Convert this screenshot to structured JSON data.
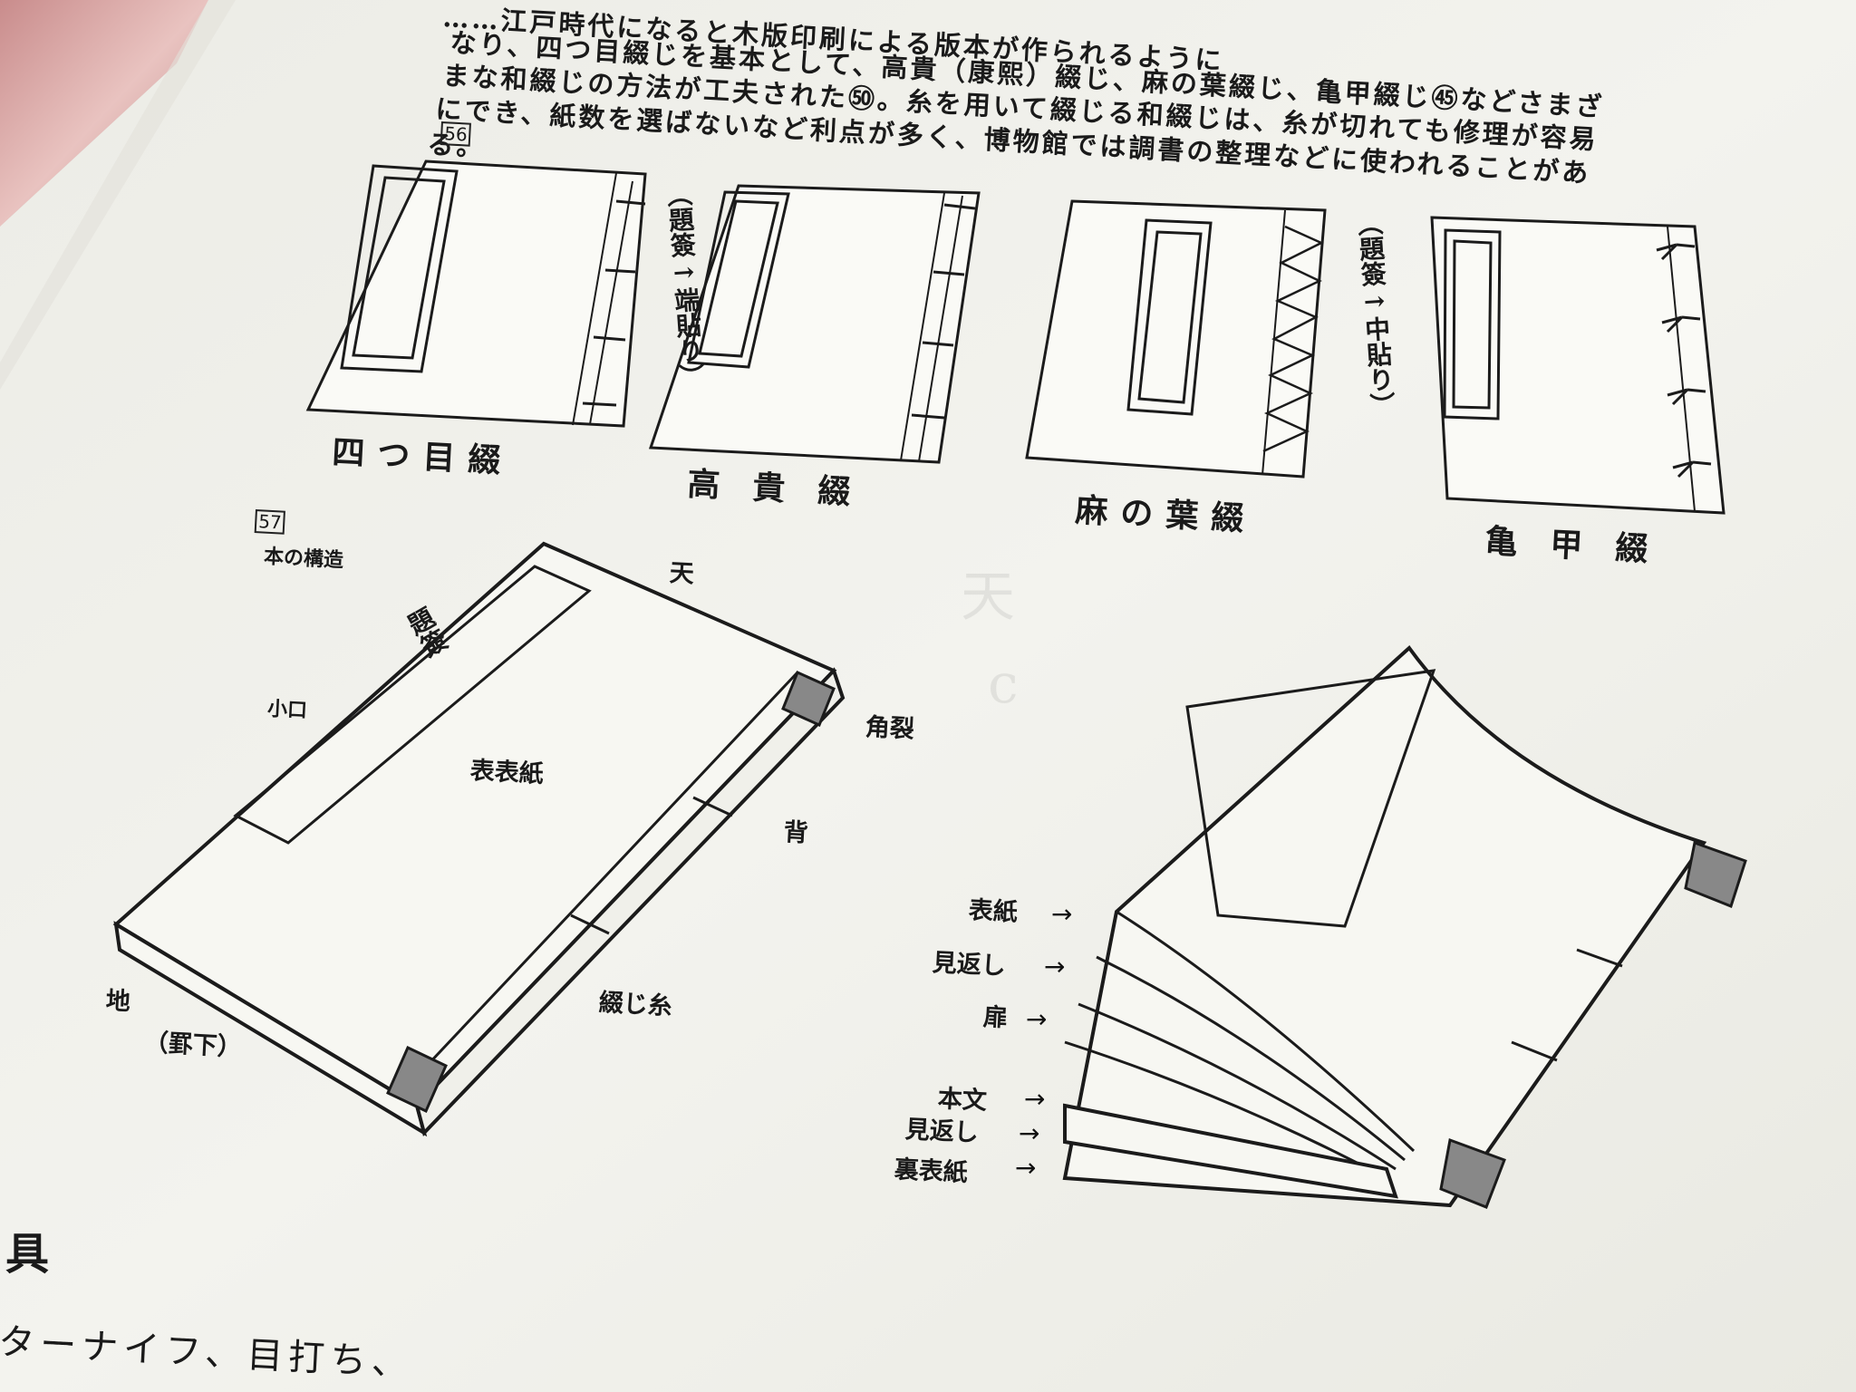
{
  "body_text": {
    "line1": "なり、四つ目綴じを基本として、高貴（康熙）綴じ、麻の葉綴じ、亀甲綴じ㊺などさまざ",
    "line2": "まな和綴じの方法が工夫された㊿。糸を用いて綴じる和綴じは、糸が切れても修理が容易",
    "line3": "にでき、紙数を選ばないなど利点が多く、博物館では調書の整理などに使われることがあ",
    "line4": "る。",
    "line0": "……江戸時代になると木版印刷による版本が作られるように"
  },
  "figure56": {
    "number": "56",
    "captions": [
      "四つ目綴",
      "高貴綴",
      "麻の葉綴",
      "亀甲綴"
    ],
    "note_left": "（題簽→端貼り）",
    "note_right": "（題簽→中貼り）"
  },
  "figure57": {
    "number": "57",
    "title": "本の構造",
    "labels": {
      "ten": "天",
      "daisen": "題簽",
      "koguchi": "小口",
      "omotebyoshi": "表表紙",
      "kakugire": "角裂",
      "se": "背",
      "tojiito": "綴じ糸",
      "chi": "地",
      "keshita": "（罫下）"
    },
    "layers": [
      "表紙",
      "見返し",
      "扉",
      "本文",
      "見返し",
      "裏表紙"
    ]
  },
  "bottom_text": {
    "heading_fragment": "具",
    "line_fragment": "ターナイフ、目打ち、"
  },
  "colors": {
    "paper": "#f2f2ec",
    "ink": "#1a1a1a",
    "shadow": "#c9c9c2"
  }
}
